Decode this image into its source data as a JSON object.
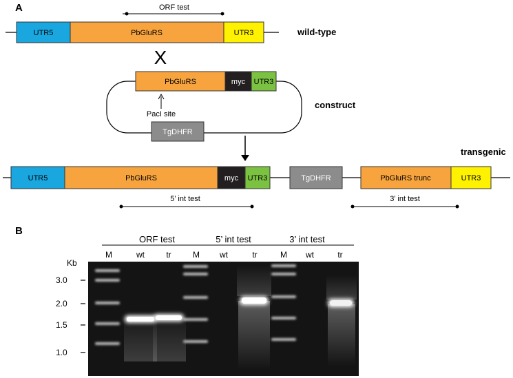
{
  "panel_a": {
    "label": "A",
    "wildtype": {
      "utr5": "UTR5",
      "gene": "PbGluRS",
      "utr3": "UTR3",
      "label": "wild-type",
      "orf_test": "ORF test"
    },
    "cross_symbol": "X",
    "construct": {
      "gene": "PbGluRS",
      "myc": "myc",
      "utr3": "UTR3",
      "site": "PacI site",
      "marker": "TgDHFR",
      "label": "construct"
    },
    "transgenic": {
      "label": "transgenic",
      "utr5": "UTR5",
      "gene": "PbGluRS",
      "myc": "myc",
      "utr3": "UTR3",
      "marker": "TgDHFR",
      "trunc": "PbGluRS trunc",
      "utr3b": "UTR3",
      "test5": "5’ int test",
      "test3": "3’ int test"
    }
  },
  "panel_b": {
    "label": "B",
    "groups": [
      "ORF test",
      "5’ int test",
      "3’ int test"
    ],
    "lanes": [
      "M",
      "wt",
      "tr",
      "M",
      "wt",
      "tr",
      "M",
      "wt",
      "tr"
    ],
    "kb_label": "Kb",
    "markers": [
      "3.0",
      "2.0",
      "1.5",
      "1.0"
    ]
  },
  "colors": {
    "utr5": "#1aa7e0",
    "gene": "#f7a43e",
    "utr3": "#fff200",
    "myc": "#231f20",
    "utr3_construct": "#7cc242",
    "marker": "#8c8c8c",
    "gel": "#141414"
  }
}
